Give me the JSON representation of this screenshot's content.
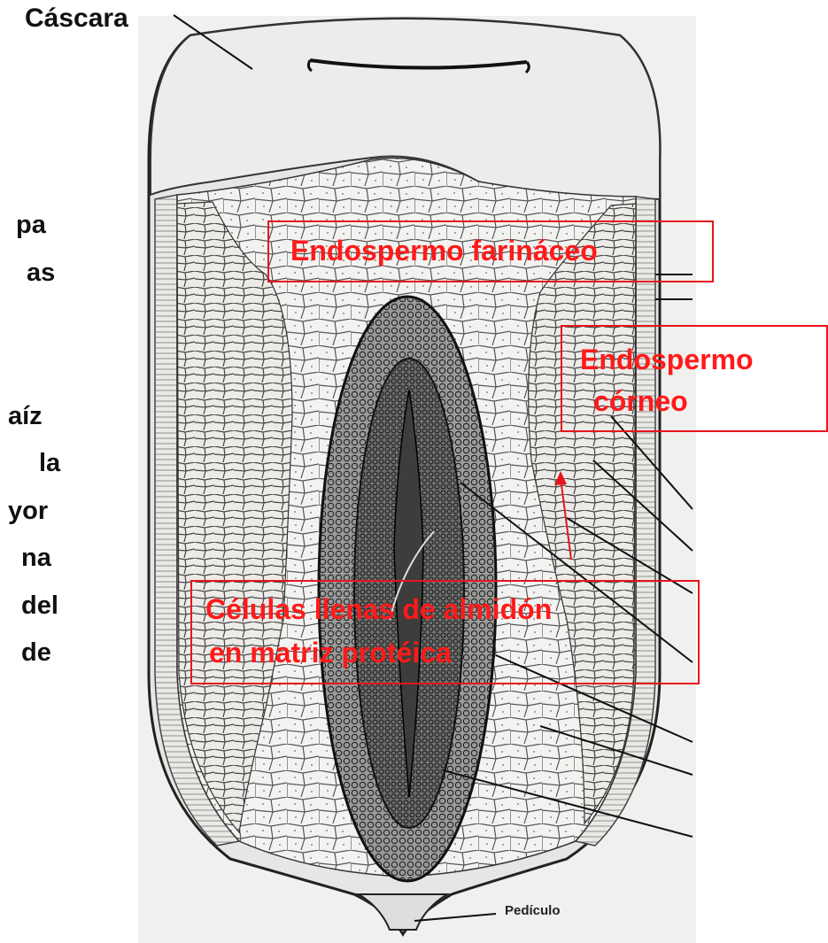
{
  "labels": {
    "cascara": "Cáscara",
    "endospermo_farinaceo": "Endospermo farináceo",
    "endospermo_corneo_line1": "Endospermo",
    "endospermo_corneo_line2": "córneo",
    "celulas_line1": "Células llenas de almidón",
    "celulas_line2": "en matriz protéica",
    "pediculo": "Pedículo"
  },
  "left_fragments": [
    "pa",
    "as",
    "aíz",
    "la",
    "yor",
    "na",
    "del",
    "de"
  ],
  "colors": {
    "label_red": "#ff1a1a",
    "box_border": "#e8141c",
    "ink": "#333333",
    "paper": "#f0f0ee"
  }
}
